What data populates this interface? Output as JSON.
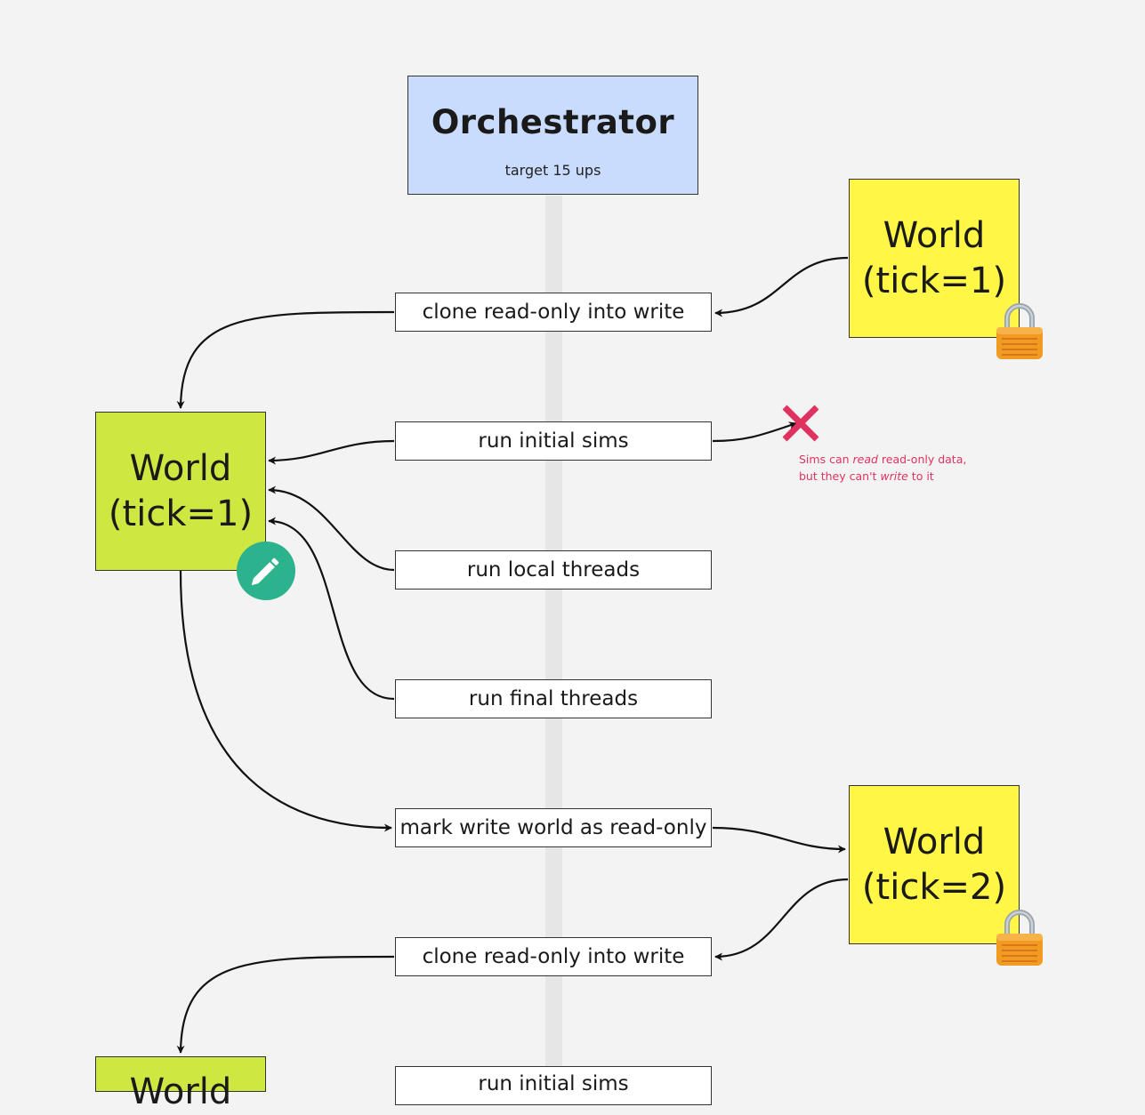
{
  "orchestrator": {
    "title": "Orchestrator",
    "subtitle": "target 15 ups"
  },
  "steps": [
    "clone read-only into write",
    "run initial sims",
    "run local threads",
    "run final threads",
    "mark write world as read-only",
    "clone read-only into write",
    "run initial sims"
  ],
  "worlds": [
    {
      "line1": "World",
      "line2": "(tick=1)",
      "mode": "read-only"
    },
    {
      "line1": "World",
      "line2": "(tick=1)",
      "mode": "write"
    },
    {
      "line1": "World",
      "line2": "(tick=2)",
      "mode": "read-only"
    },
    {
      "line1": "World",
      "line2": "",
      "mode": "write"
    }
  ],
  "note": {
    "p1": "Sims can ",
    "p2": "read",
    "p3": " read-only data,",
    "p4": "but they can't ",
    "p5": "write",
    "p6": " to it"
  },
  "icons": {
    "lock": "lock-icon",
    "pencil": "pencil-icon",
    "cross": "x-icon"
  },
  "colors": {
    "orchestrator_fill": "#cadcfd",
    "read_only_world_fill": "#fff645",
    "write_world_fill": "#cee741",
    "pencil_badge": "#2cb28c",
    "note_text": "#e0325f",
    "x_mark": "#e0325f",
    "lock_body": "#f29b22"
  }
}
